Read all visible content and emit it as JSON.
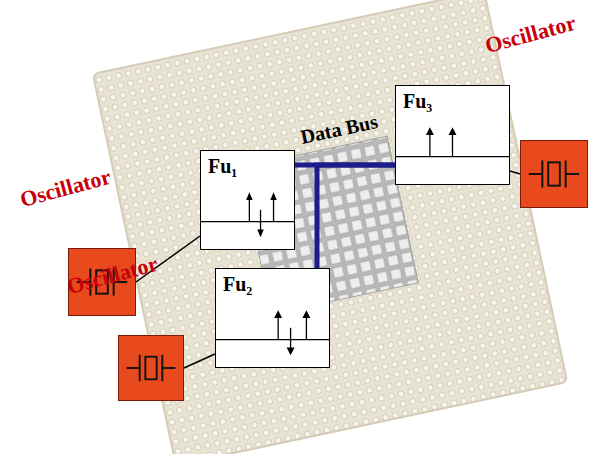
{
  "diagram": {
    "nodes": [
      {
        "text": [
          "Fu₁"
        ]
      },
      {
        "text": [
          "Fu₂"
        ]
      },
      {
        "text": [
          "Fu₃"
        ]
      },
      {
        "text": [
          "Oscillator"
        ]
      },
      {
        "text": [
          "Oscillator"
        ]
      },
      {
        "text": [
          "Oscillator"
        ]
      }
    ],
    "edges": [
      {
        "from": 0,
        "to": 2,
        "arrow": "none"
      },
      {
        "from": 1,
        "to": 2,
        "arrow": "none"
      },
      {
        "from": 3,
        "to": 0,
        "arrow": "none"
      },
      {
        "from": 4,
        "to": 1,
        "arrow": "none"
      },
      {
        "from": 5,
        "to": 2,
        "arrow": "none"
      }
    ],
    "labels": [
      "Data Bus"
    ]
  }
}
